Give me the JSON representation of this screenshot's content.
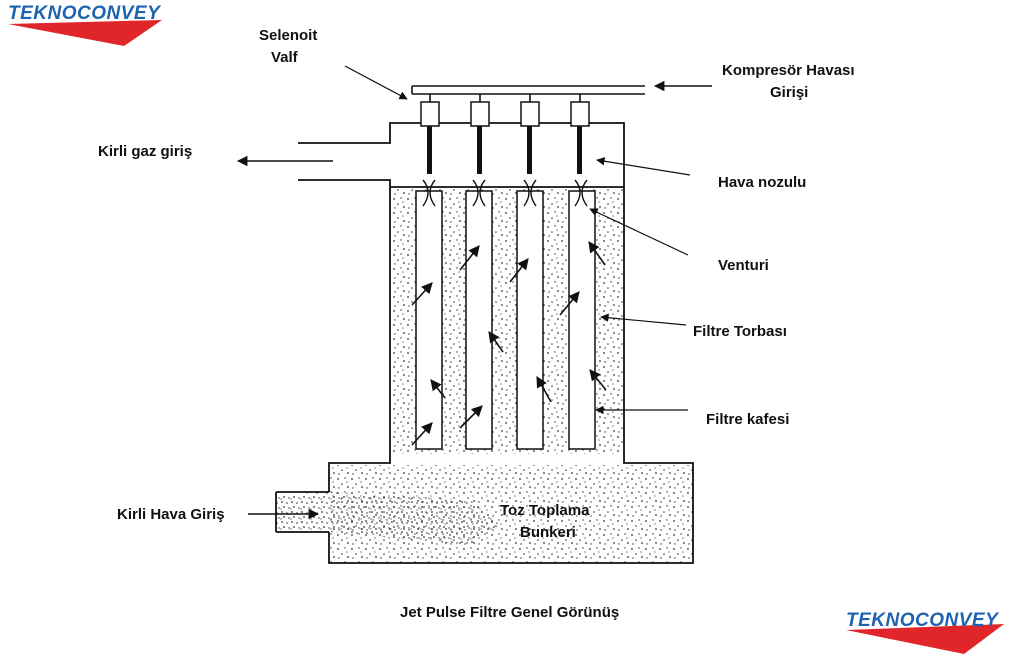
{
  "labels": {
    "selenoid_line1": "Selenoit",
    "selenoid_line2": "Valf",
    "compressor_line1": "Kompresör Havası",
    "compressor_line2": "Girişi",
    "dirty_gas_outlet": "Kirli gaz giriş",
    "nozzle": "Hava nozulu",
    "venturi": "Venturi",
    "filter_bag": "Filtre Torbası",
    "filter_cage": "Filtre kafesi",
    "dirty_air_inlet": "Kirli Hava Giriş",
    "hopper_line1": "Toz Toplama",
    "hopper_line2": "Bunkeri"
  },
  "caption": "Jet Pulse Filtre Genel Görünüş",
  "logo": {
    "text": "TEKNOCONVEY",
    "text_color": "#1e63b0",
    "swoosh_color": "#e0262b"
  },
  "colors": {
    "line": "#111111",
    "dust": "#333333"
  }
}
